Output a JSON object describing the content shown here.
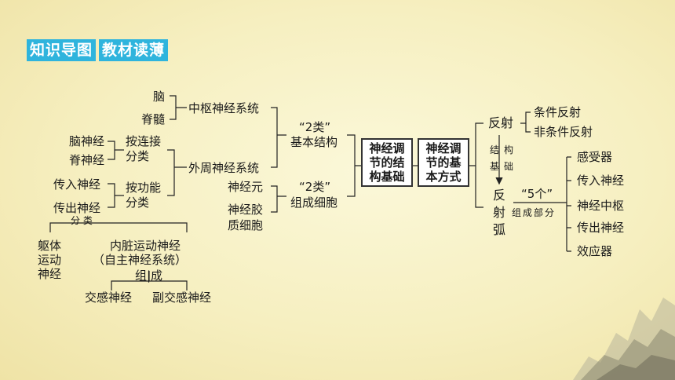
{
  "header": {
    "tag1": "知识导图",
    "tag2": "教材读薄"
  },
  "left": {
    "brain": "脑",
    "spinal_cord": "脊髓",
    "central_ns": "中枢神经系统",
    "cranial_nerve": "脑神经",
    "spinal_nerve": "脊神经",
    "by_connection": "按连接",
    "classify1": "分类",
    "peripheral_ns": "外周神经系统",
    "afferent": "传入神经",
    "efferent": "传出神经",
    "by_function": "按功能",
    "classify2": "分类",
    "divide_label": "分 类",
    "somatic": "躯体运动神经",
    "visceral1": "内脏运动神经",
    "visceral2": "（自主神经系统）",
    "compose": "组|成",
    "sympathetic": "交感神经",
    "parasympathetic": "副交感神经"
  },
  "middle": {
    "two_types_1": "“2类”",
    "basic_structure": "基本结构",
    "neuron": "神经元",
    "two_types_2": "“2类”",
    "compose_cells": "组成细胞",
    "glia1": "神经胶",
    "glia2": "质细胞"
  },
  "center": {
    "box1": [
      "神经调",
      "节的结",
      "构基础"
    ],
    "box2": [
      "神经调",
      "节的基",
      "本方式"
    ]
  },
  "right": {
    "reflex": "反射",
    "conditioned": "条件反射",
    "unconditioned": "非条件反射",
    "struct_basis": [
      "结",
      "构",
      "基",
      "础"
    ],
    "reflex_arc": [
      "反",
      "射",
      "弧"
    ],
    "five_parts": "“5个”",
    "components": "组成部分",
    "receptor": "感受器",
    "afferent": "传入神经",
    "center": "神经中枢",
    "efferent": "传出神经",
    "effector": "效应器"
  }
}
